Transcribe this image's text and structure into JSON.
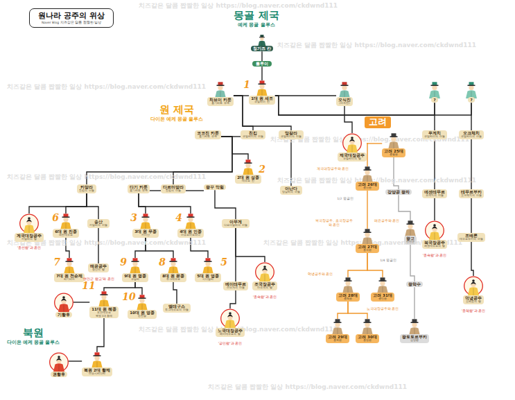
{
  "diagram": {
    "title": "원나라 공주의 위상",
    "nodes": [
      {
        "text": [
          "원나라 공주의 위상",
          "Naver Blog 치즈같은 달콤 짭짤한 일상"
        ]
      },
      {
        "text": [
          "칭기즈 칸"
        ]
      },
      {
        "text": [
          "툴루이"
        ]
      },
      {
        "text": [
          "차브이 카툰",
          "홍기라트 부족"
        ]
      },
      {
        "text": [
          "1대 원 세조",
          "쿠빌라이 칸"
        ]
      },
      {
        "text": [
          "오식진",
          "(아속진)"
        ]
      },
      {
        "text": [
          "?"
        ]
      },
      {
        "text": [
          "?"
        ]
      },
      {
        "text": [
          "고려"
        ]
      },
      {
        "text": [
          "친킴",
          "쿠빌라이의 아들"
        ]
      },
      {
        "text": [
          "망갈라",
          "쿠빌라이의 아들"
        ]
      },
      {
        "text": [
          "제국대장공주",
          "쿠빌라이의 딸"
        ]
      },
      {
        "text": [
          "고려 25대",
          "충렬왕"
        ]
      },
      {
        "text": [
          "우게치",
          "쿠빌라이의 아들"
        ]
      },
      {
        "text": [
          "오크체치",
          "쿠빌라이의 아들"
        ]
      },
      {
        "text": [
          "코코진 카툰",
          "홍기라트 부족"
        ]
      },
      {
        "text": [
          "2대 원 성종",
          "테무르 칸"
        ]
      },
      {
        "text": [
          "아난다",
          "망갈라의 아들"
        ]
      },
      {
        "text": [
          "고려 26대",
          "충선왕"
        ]
      },
      {
        "text": [
          "강양공 왕자"
        ]
      },
      {
        "text": [
          "에센테무르",
          "우게치의 아들"
        ]
      },
      {
        "text": [
          "테무르부카",
          "오크체치의 아들"
        ]
      },
      {
        "text": [
          "카말라",
          "친킴의 아들"
        ]
      },
      {
        "text": [
          "다기 카툰",
          "홍기라트 부족"
        ]
      },
      {
        "text": [
          "다르마발라",
          "친킴의 아들"
        ]
      },
      {
        "text": [
          "왕꾸 막힐"
        ]
      },
      {
        "text": [
          "계국대장공주",
          "카말라의 딸"
        ]
      },
      {
        "text": [
          "6대 원 진종",
          "예순테무르"
        ]
      },
      {
        "text": [
          "송산",
          "카말라의 아들"
        ]
      },
      {
        "text": [
          "3대 원 무종",
          "카이산"
        ]
      },
      {
        "text": [
          "4대 원 인종",
          "아유르바르와다"
        ]
      },
      {
        "text": [
          "아무게",
          "다르마발라의 아들"
        ]
      },
      {
        "text": [
          "고려 27대",
          "충숙왕"
        ]
      },
      {
        "text": [
          "왕고",
          "연안군"
        ]
      },
      {
        "text": [
          "복국장공주",
          "에센테무르의 딸"
        ]
      },
      {
        "text": [
          "조배론",
          "테무르부카의 아들"
        ]
      },
      {
        "text": [
          "7대 원 천순제",
          "라기바드"
        ]
      },
      {
        "text": [
          "매윤공주",
          "송산의 딸"
        ]
      },
      {
        "text": [
          "9대 원 명종",
          "쿠살라"
        ]
      },
      {
        "text": [
          "8대 원 문종",
          "투그테무르"
        ]
      },
      {
        "text": [
          "5대 원 영종",
          "시디발라"
        ]
      },
      {
        "text": [
          "베이테무르",
          "아무게의 아들"
        ]
      },
      {
        "text": [
          "조국장공주",
          "아무게의 딸"
        ]
      },
      {
        "text": [
          "고려 28대",
          "충혜왕"
        ]
      },
      {
        "text": [
          "고려 31대",
          "공민왕"
        ]
      },
      {
        "text": [
          "왕학수"
        ]
      },
      {
        "text": [
          "덕녕공주",
          "조배론의 딸"
        ]
      },
      {
        "text": [
          "기황후"
        ]
      },
      {
        "text": [
          "11대 원 혜종",
          "토곤테무르",
          "북원 1대 황제"
        ]
      },
      {
        "text": [
          "10대 원 영종",
          "린친발"
        ]
      },
      {
        "text": [
          "엘테구스",
          "투그테무르의 아들"
        ]
      },
      {
        "text": [
          "노국대장공주",
          "베이테무르의 딸"
        ]
      },
      {
        "text": [
          "고려 29대",
          "충목왕"
        ]
      },
      {
        "text": [
          "고려 30대",
          "충정왕"
        ]
      },
      {
        "text": [
          "왕토토르부카",
          "심양왕"
        ]
      },
      {
        "text": [
          "권황후"
        ]
      },
      {
        "text": [
          "북원 2대 황제",
          "아유시리다라"
        ]
      }
    ],
    "edges": [
      {
        "from": 1,
        "to": 2,
        "arrow": "none"
      },
      {
        "from": 2,
        "to": 4,
        "arrow": "none"
      },
      {
        "from": 3,
        "to": 4,
        "arrow": "none"
      },
      {
        "from": 4,
        "to": 5,
        "arrow": "none"
      },
      {
        "from": 4,
        "to": 6,
        "arrow": "none"
      },
      {
        "from": 4,
        "to": 7,
        "arrow": "none"
      },
      {
        "from": 3,
        "to": 9,
        "arrow": "none"
      },
      {
        "from": 3,
        "to": 10,
        "arrow": "none"
      },
      {
        "from": 5,
        "to": 11,
        "arrow": "none"
      },
      {
        "from": 6,
        "to": 13,
        "arrow": "none"
      },
      {
        "from": 7,
        "to": 14,
        "arrow": "none"
      },
      {
        "from": 11,
        "to": 12,
        "arrow": "none"
      },
      {
        "from": 11,
        "to": 18,
        "arrow": "none"
      },
      {
        "from": 15,
        "to": 9,
        "arrow": "none"
      },
      {
        "from": 15,
        "to": 16,
        "arrow": "none"
      },
      {
        "from": 15,
        "to": 22,
        "arrow": "none"
      },
      {
        "from": 15,
        "to": 24,
        "arrow": "none"
      },
      {
        "from": 10,
        "to": 17,
        "arrow": "none"
      },
      {
        "from": 12,
        "to": 19,
        "arrow": "none"
      },
      {
        "from": 13,
        "to": 20,
        "arrow": "none"
      },
      {
        "from": 14,
        "to": 21,
        "arrow": "none"
      },
      {
        "from": 23,
        "to": 24,
        "arrow": "none"
      },
      {
        "from": 24,
        "to": 25,
        "arrow": "none"
      },
      {
        "from": 22,
        "to": 26,
        "arrow": "none"
      },
      {
        "from": 22,
        "to": 27,
        "arrow": "none"
      },
      {
        "from": 22,
        "to": 28,
        "arrow": "none"
      },
      {
        "from": 23,
        "to": 29,
        "arrow": "none"
      },
      {
        "from": 23,
        "to": 30,
        "arrow": "none"
      },
      {
        "from": 25,
        "to": 31,
        "arrow": "none"
      },
      {
        "from": 18,
        "to": 32,
        "arrow": "none"
      },
      {
        "from": 19,
        "to": 33,
        "arrow": "none"
      },
      {
        "from": 20,
        "to": 34,
        "arrow": "none"
      },
      {
        "from": 21,
        "to": 35,
        "arrow": "none"
      },
      {
        "from": 27,
        "to": 36,
        "arrow": "none"
      },
      {
        "from": 28,
        "to": 37,
        "arrow": "none"
      },
      {
        "from": 29,
        "to": 38,
        "arrow": "none"
      },
      {
        "from": 29,
        "to": 39,
        "arrow": "none"
      },
      {
        "from": 30,
        "to": 40,
        "arrow": "none"
      },
      {
        "from": 31,
        "to": 41,
        "arrow": "none"
      },
      {
        "from": 31,
        "to": 42,
        "arrow": "none"
      },
      {
        "from": 32,
        "to": 43,
        "arrow": "none"
      },
      {
        "from": 32,
        "to": 44,
        "arrow": "none"
      },
      {
        "from": 33,
        "to": 45,
        "arrow": "none"
      },
      {
        "from": 35,
        "to": 46,
        "arrow": "none"
      },
      {
        "from": 38,
        "to": 48,
        "arrow": "none"
      },
      {
        "from": 38,
        "to": 49,
        "arrow": "none"
      },
      {
        "from": 39,
        "to": 50,
        "arrow": "none"
      },
      {
        "from": 47,
        "to": 48,
        "arrow": "none"
      },
      {
        "from": 41,
        "to": 51,
        "arrow": "none"
      },
      {
        "from": 43,
        "to": 52,
        "arrow": "none"
      },
      {
        "from": 43,
        "to": 53,
        "arrow": "none"
      },
      {
        "from": 45,
        "to": 54,
        "arrow": "none"
      },
      {
        "from": 48,
        "to": 56,
        "arrow": "none"
      },
      {
        "from": 55,
        "to": 56,
        "arrow": "none"
      }
    ],
    "labels": [
      "몽골 제국",
      "예케 몽골 울루스",
      "원 제국",
      "다이온 예케 몽골 울루스",
      "북원",
      "다이온 예케 몽골 울루스",
      "1",
      "2",
      "3",
      "4",
      "5",
      "6",
      "7",
      "8",
      "9",
      "10",
      "11",
      "'충선왕'과 혼인",
      "'연안군 왕고'와 혼인",
      "'충숙왕'과 혼인",
      "'공민왕'과 혼인",
      "'충숙왕'과 혼인",
      "'충혜왕'과 혼인",
      "계국대장공주와 혼인",
      "복국장공주, 조국장공주와 혼인",
      "덕녕공주와 혼인",
      "노국대장공주와 혼인",
      "매윤공주와 혼인",
      "1/2 몽골인",
      "1/4 몽골인",
      "치즈같은 달콤 짭짤한 일상 https://blog.naver.com/ckdwnd111",
      "치즈같은 달콤 짭짤한 일상 https://blog.naver.com/ckdwnd111",
      "치즈같은 달콤 짭짤한 일상 https://blog.naver.com/ckdwnd111",
      "치즈같은 달콤 짭짤한 일상 https://blog.naver.com/ckdwnd111",
      "치즈같은 달콤 짭짤한 일상 https://blog.naver.com/ckdwnd111",
      "치즈같은 달콤 짭짤한 일상 https://blog.naver.com/ckdwnd111",
      "치즈같은 달콤 짭짤한 일상 https://blog.naver.com/ckdwnd111",
      "치즈같은 달콤 짭짤한 일상 https://blog.naver.com/ckdwnd111",
      "치즈같은 달콤 짭짤한 일상 https://blog.naver.com/ckdwnd111",
      "치즈같은 달콤 짭짤한 일상 https://blog.naver.com/ckdwnd111"
    ]
  }
}
